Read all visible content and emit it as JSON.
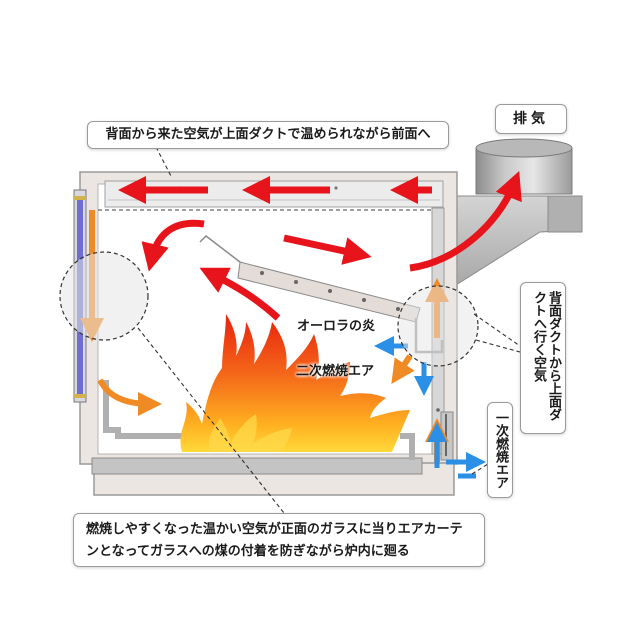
{
  "labels": {
    "top_callout": "背面から来た空気が上面ダクトで温められながら前面へ",
    "exhaust": "排気",
    "rear_duct": "背面ダクトから上面ダクトへ行く空気",
    "primary_air": "一次燃焼エア",
    "aurora_flame": "オーロラの炎",
    "secondary_air": "二次燃焼エア",
    "bottom_callout": "燃焼しやすくなった温かい空気が正面のガラスに当りエアカーテンとなってガラスへの煤の付着を防ぎながら炉内に廻る"
  },
  "colors": {
    "warm_air_arrow": "#e8141b",
    "heated_air_arrow": "#f08a24",
    "cold_air_arrow": "#2b8fe6",
    "stove_body": "#ece6e2",
    "duct_gray": "#a8a8a8"
  }
}
